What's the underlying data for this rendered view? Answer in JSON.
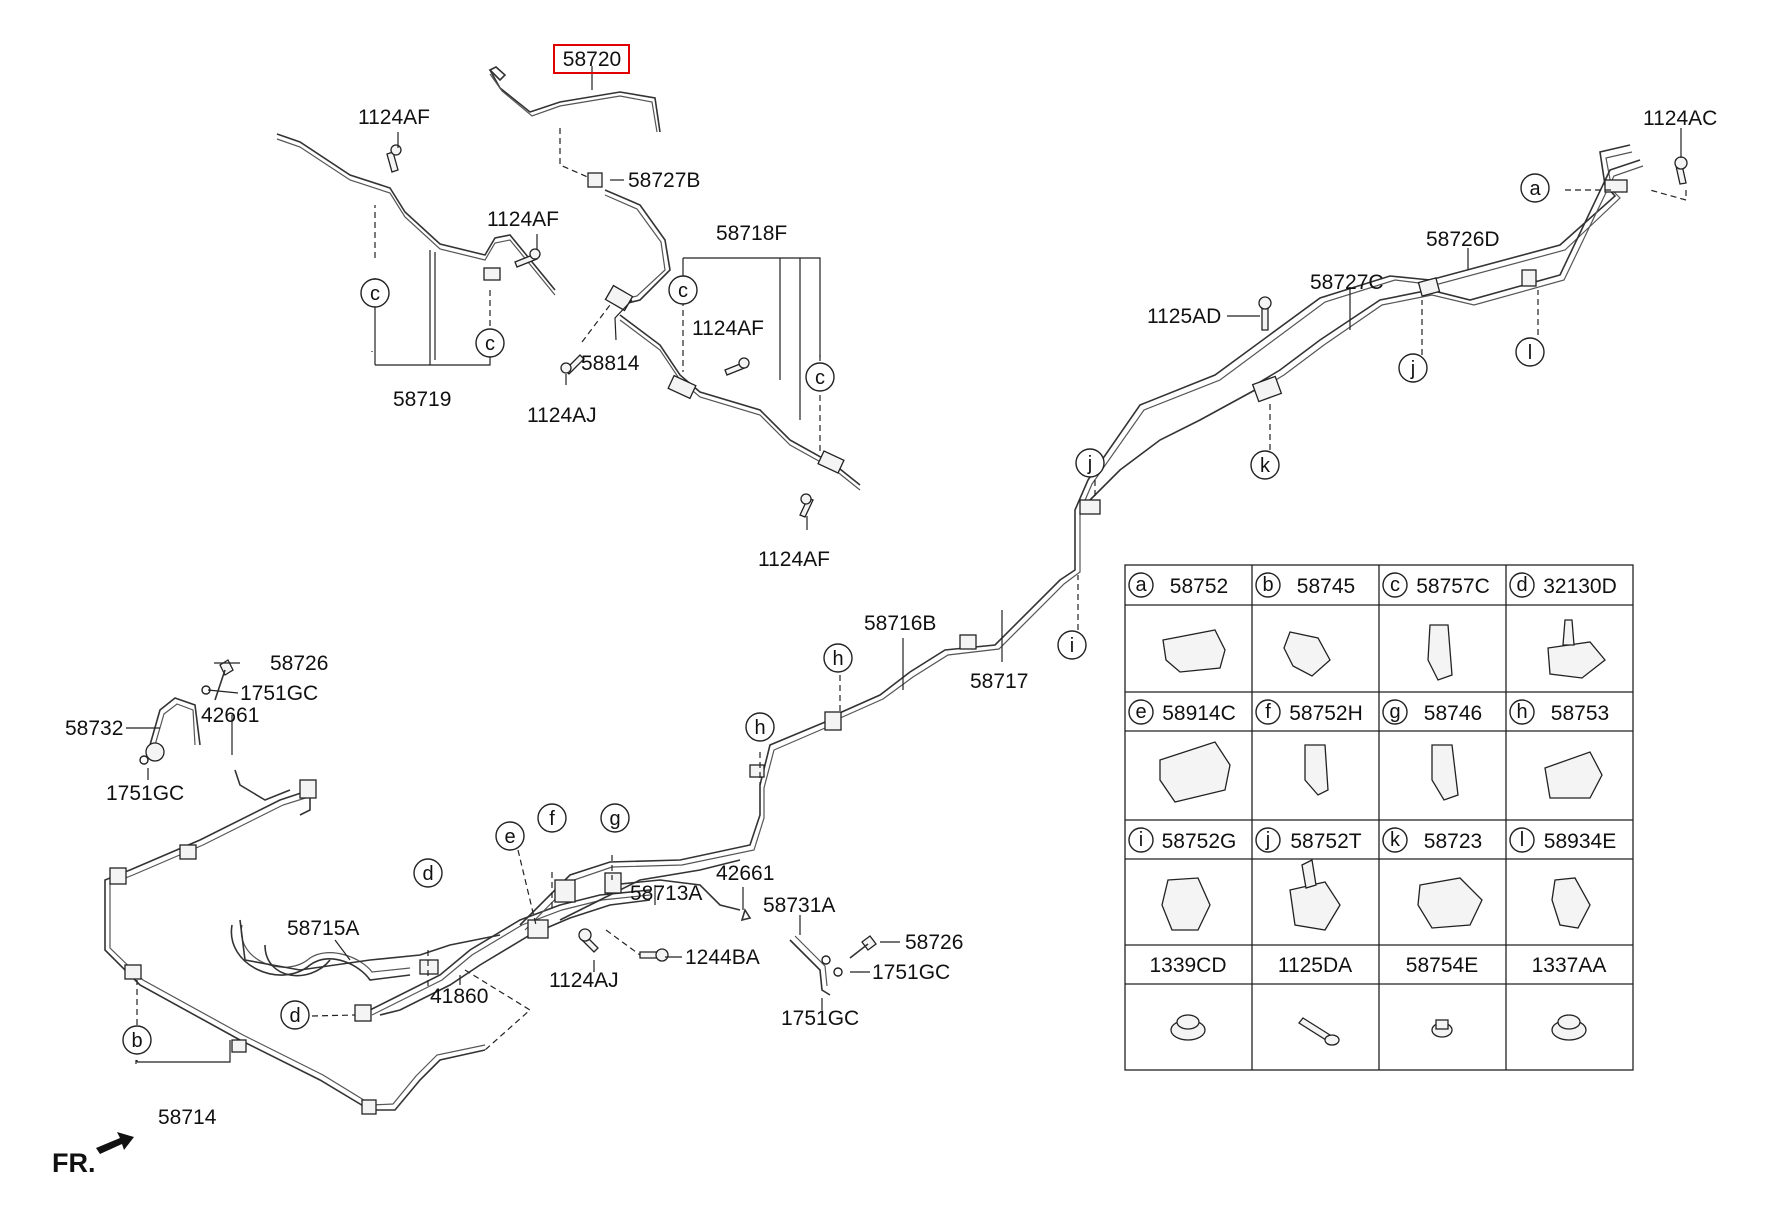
{
  "diagram": {
    "highlighted_part": "58720",
    "part_labels": {
      "p58720": "58720",
      "p1124AF_a": "1124AF",
      "p58727B": "58727B",
      "p1124AF_b": "1124AF",
      "p58718F": "58718F",
      "p1124AF_c": "1124AF",
      "p58814": "58814",
      "p58719": "58719",
      "p1124AJ_a": "1124AJ",
      "p1124AF_d": "1124AF",
      "p1124AC": "1124AC",
      "p58726D": "58726D",
      "p58727C": "58727C",
      "p1125AD": "1125AD",
      "p58716B": "58716B",
      "p58717": "58717",
      "p58726_a": "58726",
      "p1751GC_a": "1751GC",
      "p58732": "58732",
      "p42661_a": "42661",
      "p1751GC_b": "1751GC",
      "p58715A": "58715A",
      "p42661_b": "42661",
      "p58713A": "58713A",
      "p58731A": "58731A",
      "p58726_b": "58726",
      "p1244BA": "1244BA",
      "p1751GC_c": "1751GC",
      "p1124AJ_b": "1124AJ",
      "p41860": "41860",
      "p1751GC_d": "1751GC",
      "p58714": "58714",
      "fr": "FR."
    },
    "callout_letters": {
      "c1": "c",
      "c2": "c",
      "c3": "c",
      "c4": "c",
      "a1": "a",
      "j1": "j",
      "l1": "l",
      "k1": "k",
      "j2": "j",
      "i1": "i",
      "h1": "h",
      "h2": "h",
      "g1": "g",
      "f1": "f",
      "e1": "e",
      "d1": "d",
      "d2": "d",
      "b1": "b"
    }
  },
  "legend_table": {
    "rows": [
      [
        {
          "letter": "a",
          "part": "58752"
        },
        {
          "letter": "b",
          "part": "58745"
        },
        {
          "letter": "c",
          "part": "58757C"
        },
        {
          "letter": "d",
          "part": "32130D"
        }
      ],
      [
        {
          "letter": "e",
          "part": "58914C"
        },
        {
          "letter": "f",
          "part": "58752H"
        },
        {
          "letter": "g",
          "part": "58746"
        },
        {
          "letter": "h",
          "part": "58753"
        }
      ],
      [
        {
          "letter": "i",
          "part": "58752G"
        },
        {
          "letter": "j",
          "part": "58752T"
        },
        {
          "letter": "k",
          "part": "58723"
        },
        {
          "letter": "l",
          "part": "58934E"
        }
      ]
    ],
    "fasteners": [
      "1339CD",
      "1125DA",
      "58754E",
      "1337AA"
    ]
  },
  "colors": {
    "line": "#333333",
    "highlight_box": "#e00000",
    "background": "#ffffff"
  }
}
